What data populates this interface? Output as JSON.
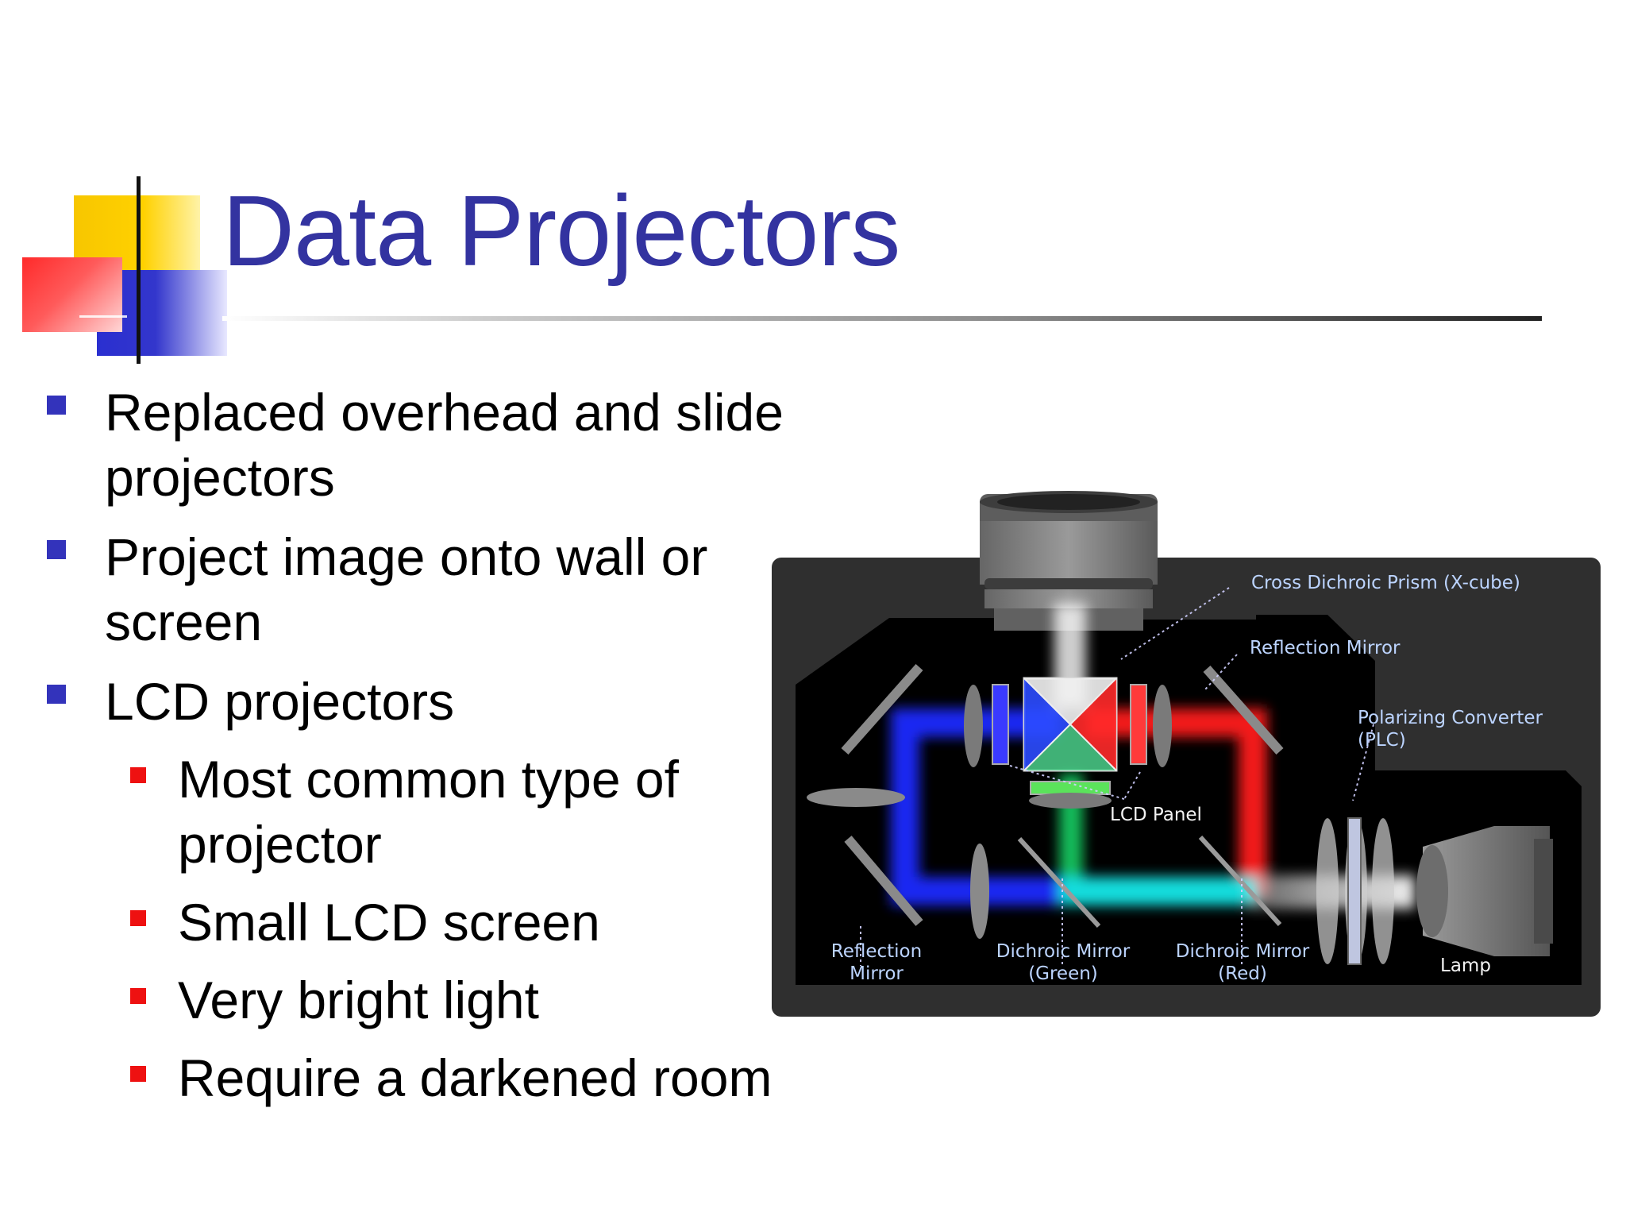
{
  "slide": {
    "title": "Data Projectors",
    "bullets": [
      {
        "text": "Replaced overhead and slide projectors"
      },
      {
        "text": "Project image onto wall or screen"
      },
      {
        "text": "LCD projectors",
        "subbullets": [
          {
            "text": "Most common type of projector"
          },
          {
            "text": "Small LCD screen"
          },
          {
            "text": "Very bright light"
          },
          {
            "text": "Require a darkened room"
          }
        ]
      }
    ]
  },
  "diagram": {
    "labels": {
      "cross_prism": "Cross Dichroic Prism (X-cube)",
      "reflection_mirror_top": "Reflection Mirror",
      "polarizing_converter_1": "Polarizing Converter",
      "polarizing_converter_2": "(PLC)",
      "lcd_panel": "LCD Panel",
      "reflection_mirror_bottom_1": "Reflection",
      "reflection_mirror_bottom_2": "Mirror",
      "dichroic_green_1": "Dichroic Mirror",
      "dichroic_green_2": "(Green)",
      "dichroic_red_1": "Dichroic Mirror",
      "dichroic_red_2": "(Red)",
      "lamp": "Lamp"
    },
    "colors": {
      "blue_beam": "#1a2cff",
      "red_beam": "#ff1b1b",
      "green_beam": "#17c760",
      "cyan_beam": "#17e8e8",
      "housing": "#2f2f2f",
      "inner": "#000000"
    }
  }
}
